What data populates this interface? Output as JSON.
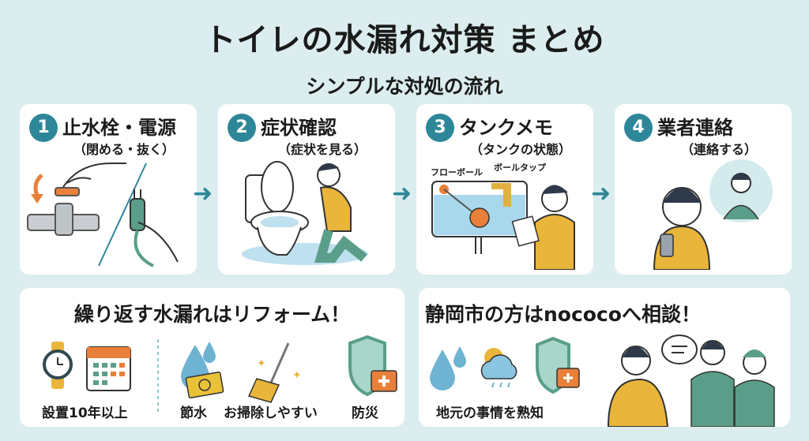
{
  "title": "トイレの水漏れ対策 まとめ",
  "subtitle": "シンプルな対処の流れ",
  "steps": [
    {
      "number": "1",
      "heading": "止水栓・電源",
      "sub": "（閉める・抜く）"
    },
    {
      "number": "2",
      "heading": "症状確認",
      "sub": "（症状を見る）"
    },
    {
      "number": "3",
      "heading": "タンクメモ",
      "sub": "（タンクの状態）",
      "labels": [
        "フローボール",
        "ボールタップ"
      ]
    },
    {
      "number": "4",
      "heading": "業者連絡",
      "sub": "（連絡する）"
    }
  ],
  "arrow": "➜",
  "reform": {
    "heading": "繰り返す水漏れはリフォーム！",
    "items": [
      "設置10年以上",
      "節水",
      "お掃除しやすい",
      "防災"
    ]
  },
  "consult": {
    "heading": "静岡市の方はnococoへ相談！",
    "items": [
      "地元の事情を熟知"
    ]
  },
  "colors": {
    "teal": "#2d8799",
    "background": "#dcedef",
    "orange": "#e8803a",
    "yellow": "#e9b53a",
    "green": "#5a9e8a"
  }
}
